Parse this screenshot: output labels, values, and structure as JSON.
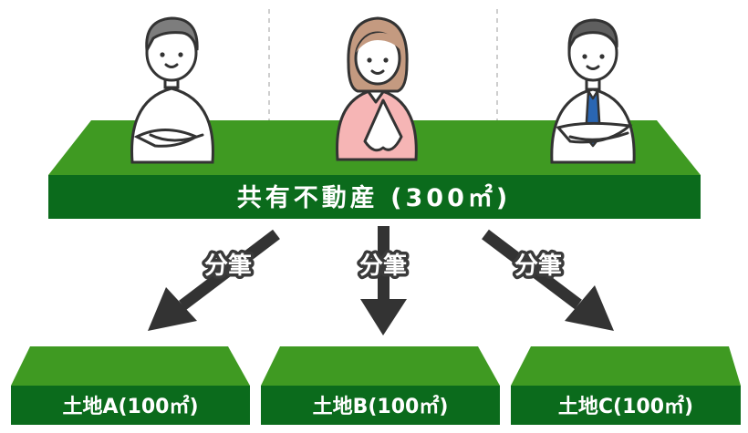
{
  "shared_property": {
    "label": "共有不動産 (300㎡)"
  },
  "split_labels": [
    "分筆",
    "分筆",
    "分筆"
  ],
  "parcels": [
    {
      "label": "土地A(100㎡)"
    },
    {
      "label": "土地B(100㎡)"
    },
    {
      "label": "土地C(100㎡)"
    }
  ],
  "colors": {
    "green_top": "#3f9a22",
    "green_front": "#0b6b1c",
    "arrow": "#333333",
    "skin": "#ffffff",
    "hair_gray": "#7d7d7d",
    "hair_brown": "#c49a80",
    "shirt_pink": "#f6b5b5",
    "tie_blue": "#2a66b3"
  },
  "icons": [
    "person-left-icon",
    "person-center-icon",
    "person-right-icon",
    "arrow-left-icon",
    "arrow-down-icon",
    "arrow-right-icon"
  ]
}
